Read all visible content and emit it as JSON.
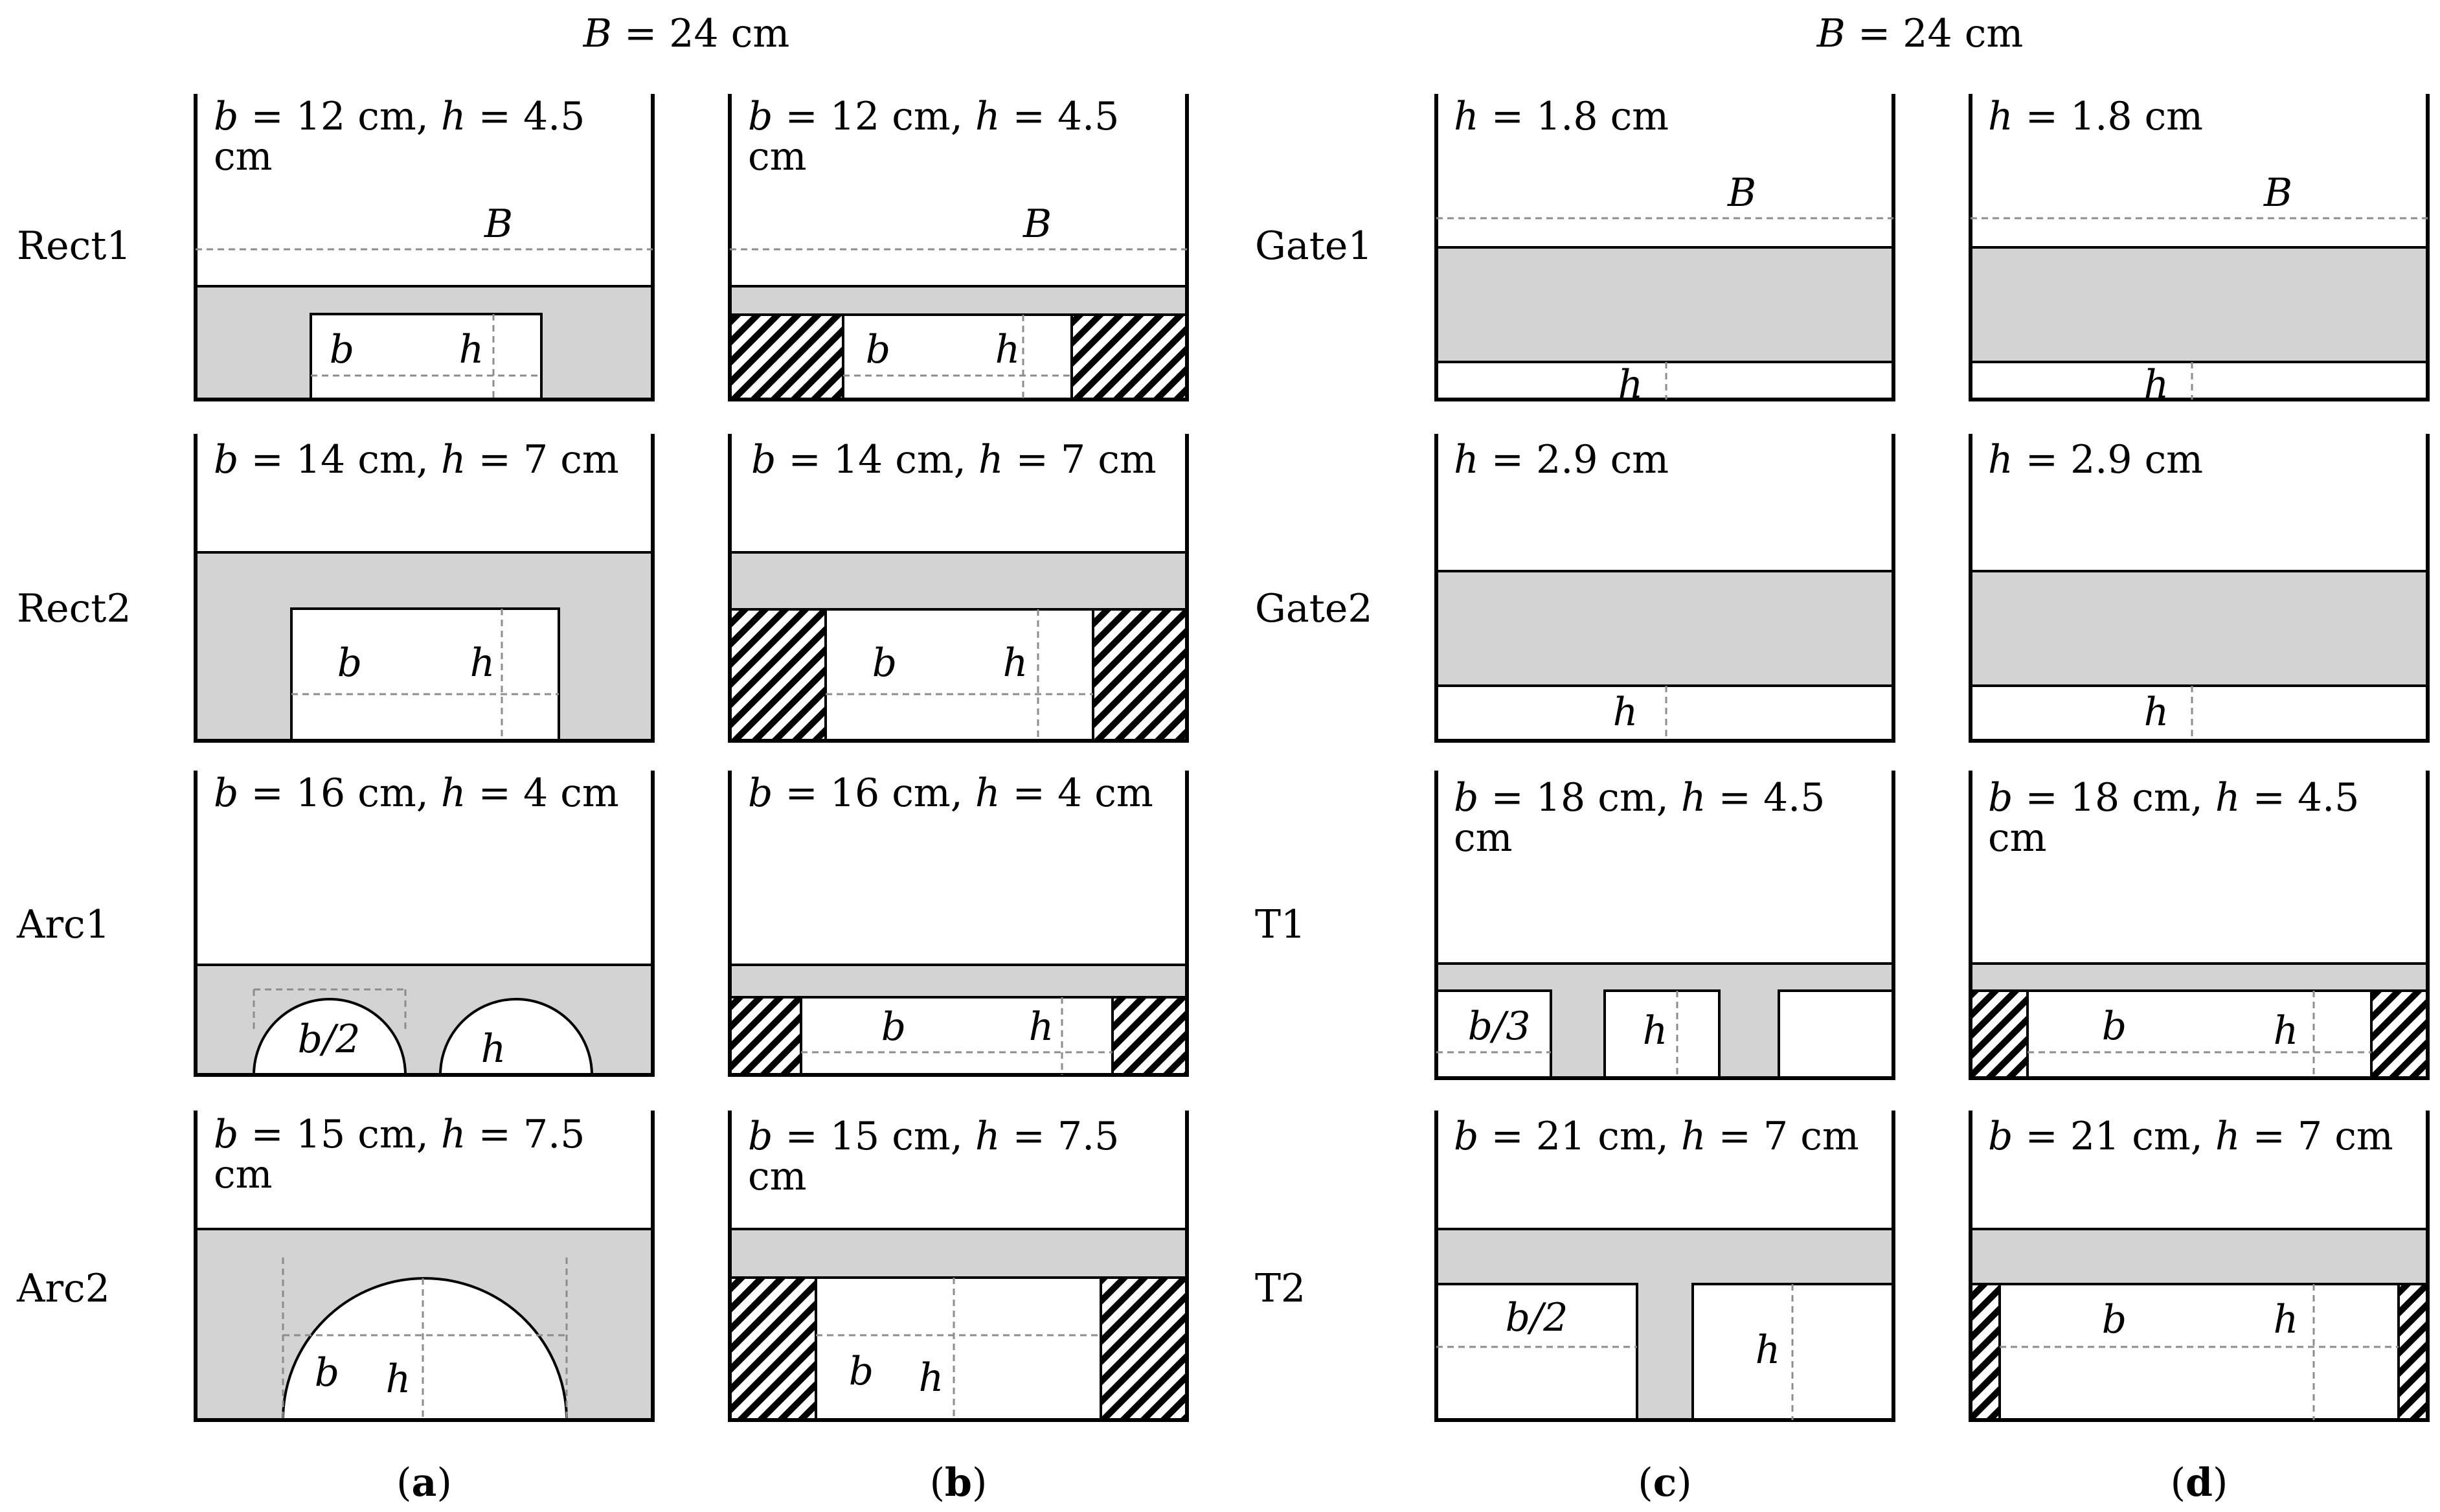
{
  "top_labels": {
    "left": {
      "var": "B",
      "rest": " = 24 cm"
    },
    "right": {
      "var": "B",
      "rest": " = 24 cm"
    }
  },
  "row_labels": {
    "rect1": "Rect1",
    "rect2": "Rect2",
    "arc1": "Arc1",
    "arc2": "Arc2",
    "gate1": "Gate1",
    "gate2": "Gate2",
    "t1": "T1",
    "t2": "T2"
  },
  "panel_labels": {
    "a": "a",
    "b": "b",
    "c": "c",
    "d": "d"
  },
  "params": {
    "rect1": {
      "line1": {
        "b": "b",
        "b_val": " = 12 cm, ",
        "h": "h",
        "h_val": " = 4.5"
      },
      "line2": "cm"
    },
    "rect2": {
      "line1": {
        "b": "b",
        "b_val": " = 14 cm, ",
        "h": "h",
        "h_val": " = 7 cm"
      }
    },
    "arc1": {
      "line1": {
        "b": "b",
        "b_val": " = 16 cm, ",
        "h": "h",
        "h_val": " = 4 cm"
      }
    },
    "arc2": {
      "line1": {
        "b": "b",
        "b_val": " = 15 cm, ",
        "h": "h",
        "h_val": " = 7.5"
      },
      "line2": "cm"
    },
    "gate1": {
      "line1": {
        "h": "h",
        "h_val": " = 1.8 cm"
      }
    },
    "gate2": {
      "line1": {
        "h": "h",
        "h_val": " = 2.9 cm"
      }
    },
    "t1": {
      "line1": {
        "b": "b",
        "b_val": " = 18 cm, ",
        "h": "h",
        "h_val": " = 4.5"
      },
      "line2": "cm"
    },
    "t2": {
      "line1": {
        "b": "b",
        "b_val": " = 21 cm, ",
        "h": "h",
        "h_val": " = 7 cm"
      }
    }
  },
  "dim_labels": {
    "B": "B",
    "b": "b",
    "h": "h",
    "b_half": "b/2",
    "b_third": "b/3"
  }
}
